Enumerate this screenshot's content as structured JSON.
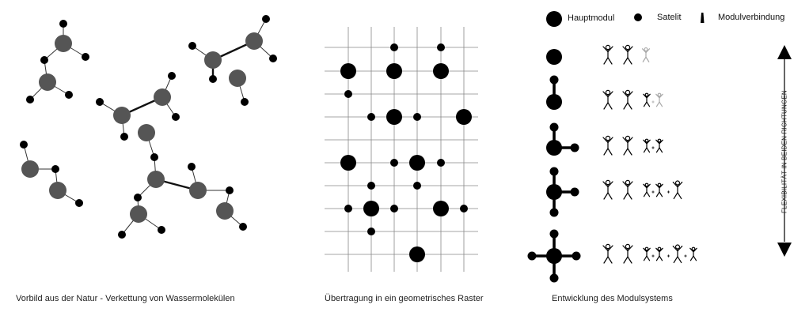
{
  "legend": {
    "main_module": "Hauptmodul",
    "satellite": "Satelit",
    "connection": "Modulverbindung"
  },
  "captions": {
    "nature": "Vorbild aus der Natur - Verkettung von Wassermolekülen",
    "grid": "Übertragung  in ein geometrisches Raster",
    "system": "Entwicklung des Modulsystems"
  },
  "axis_label": "FLEXIBILITÄT IN BEIDEN RICHTUNGEN",
  "colors": {
    "molecule_gray": "#555555",
    "ink": "#000000",
    "faded_figure": "#aaaaaa",
    "grid_line": "#888888"
  },
  "grid": {
    "columns": 7,
    "rows": 10
  },
  "stages": [
    {
      "arms": [],
      "figures": [
        "solid",
        "solid",
        "faded"
      ]
    },
    {
      "arms": [
        "up"
      ],
      "figures": [
        "solid",
        "solid",
        "solid",
        "faded"
      ]
    },
    {
      "arms": [
        "up",
        "right"
      ],
      "figures": [
        "solid",
        "solid",
        "solid",
        "solid"
      ]
    },
    {
      "arms": [
        "up",
        "right",
        "down"
      ],
      "figures": [
        "solid",
        "solid",
        "solid",
        "solid",
        "solid"
      ]
    },
    {
      "arms": [
        "up",
        "right",
        "down",
        "left"
      ],
      "figures": [
        "solid",
        "solid",
        "solid",
        "solid",
        "solid",
        "solid"
      ]
    }
  ]
}
